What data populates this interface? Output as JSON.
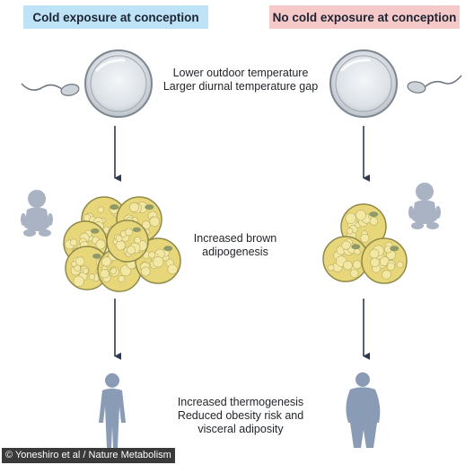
{
  "headers": {
    "left": "Cold exposure at conception",
    "right": "No cold exposure at conception"
  },
  "labels": {
    "temperature": [
      "Lower outdoor temperature",
      "Larger diurnal temperature gap"
    ],
    "brown": [
      "Increased brown",
      "adipogenesis"
    ],
    "outcome": [
      "Increased thermogenesis",
      "Reduced obesity risk and",
      "visceral adiposity"
    ]
  },
  "credit": "© Yoneshiro et al / Nature Metabolism",
  "colors": {
    "left_header_bg": "#bfe3f6",
    "right_header_bg": "#f6c9c9",
    "fat_cell_fill": "#e8d77a",
    "fat_cell_stroke": "#8f8a4a",
    "figure_fill": "#8a9bb5",
    "arrow": "#2d3a4e"
  },
  "icons": [
    "petri-dish-icon",
    "sperm-icon",
    "baby-icon",
    "fat-cell-cluster-icon",
    "lean-person-icon",
    "obese-person-icon",
    "down-arrow-icon"
  ]
}
